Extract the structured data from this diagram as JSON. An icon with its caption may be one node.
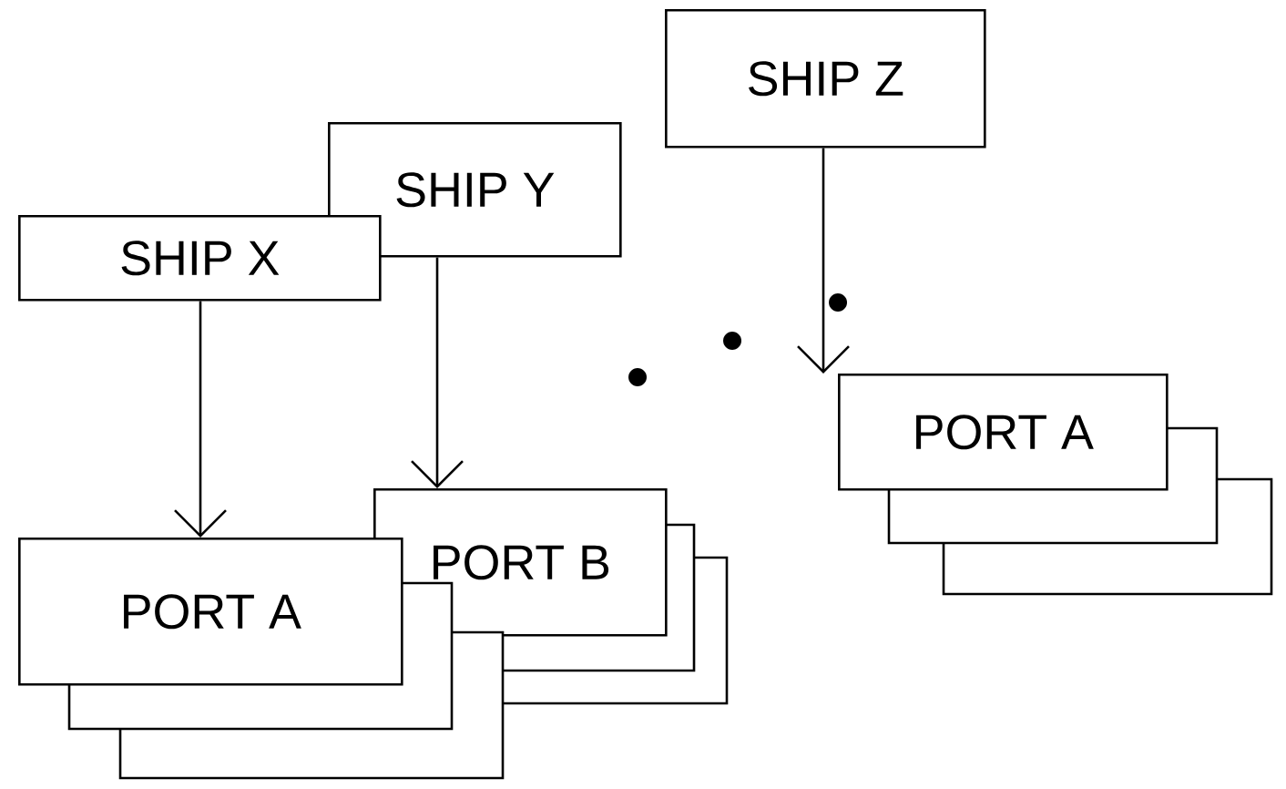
{
  "diagram": {
    "nodes": [
      {
        "text": [
          "SHIP X"
        ]
      },
      {
        "text": [
          "SHIP Y"
        ]
      },
      {
        "text": [
          "PORT A"
        ]
      },
      {
        "text": [
          "PORT B"
        ]
      },
      {
        "text": [
          "SHIP Z"
        ]
      },
      {
        "text": [
          "PORT A"
        ]
      }
    ],
    "edges": [
      {
        "from": 0,
        "to": 2,
        "arrow": "to"
      },
      {
        "from": 1,
        "to": 3,
        "arrow": "to"
      },
      {
        "from": 4,
        "to": 5,
        "arrow": "to"
      }
    ]
  }
}
